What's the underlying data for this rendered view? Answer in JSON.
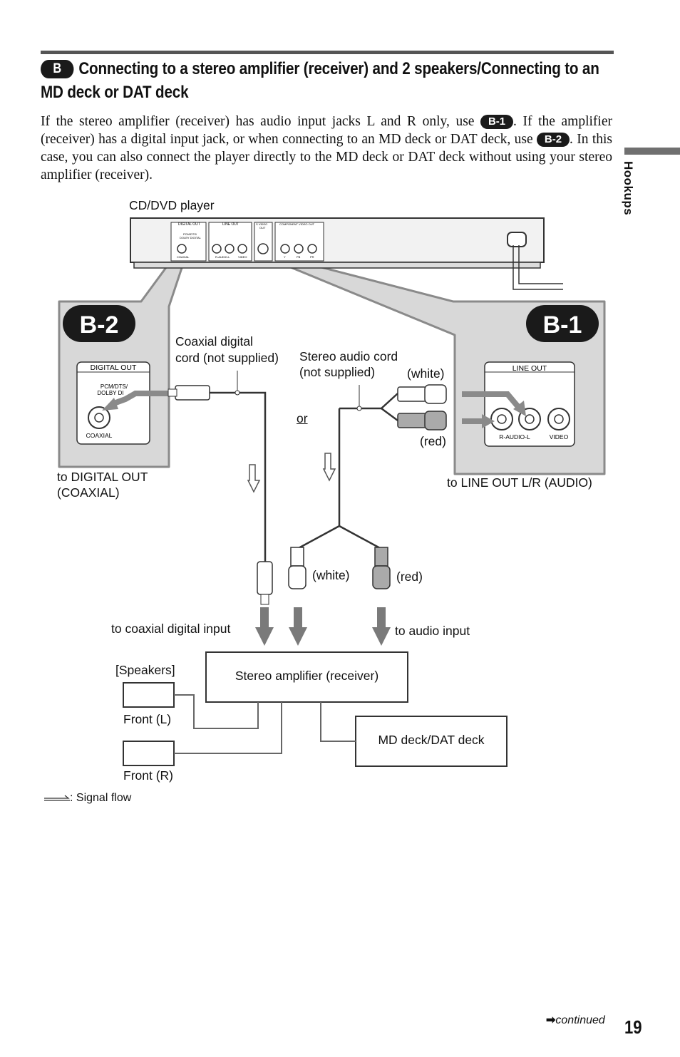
{
  "section": {
    "badge": "B",
    "title": "Connecting to a stereo amplifier (receiver) and 2 speakers/Connecting to an MD deck or DAT deck"
  },
  "intro": {
    "part1": "If the stereo amplifier (receiver) has audio input jacks L and R only, use ",
    "badge1": "B-1",
    "part2": ". If the amplifier (receiver) has a digital input jack, or when connecting to an MD deck or DAT deck, use ",
    "badge2": "B-2",
    "part3": ". In this case, you can also connect the player directly to the MD deck or DAT deck without using your stereo amplifier (receiver)."
  },
  "side_tab": "Hookups",
  "diagram": {
    "player_label": "CD/DVD player",
    "panel_labels": {
      "digital_out": "DIGITAL OUT",
      "pcm": "PCM/DTS/",
      "dolby": "DOLBY DIGITAL",
      "coaxial": "COAXIAL",
      "line_out": "LINE OUT",
      "r_audio_l": "R-AUDIO-L",
      "video": "VIDEO",
      "s_video": "S VIDEO",
      "out": "OUT",
      "component": "COMPONENT VIDEO OUT",
      "y": "Y",
      "pb": "PB",
      "pr": "PR"
    },
    "b2_badge": "B-2",
    "b1_badge": "B-1",
    "inset_b2": {
      "title": "DIGITAL OUT",
      "pcm": "PCM/DTS/",
      "dolby": "DOLBY DI",
      "coaxial": "COAXIAL"
    },
    "inset_b1": {
      "title": "LINE OUT",
      "r_audio_l": "R-AUDIO-L",
      "video": "VIDEO"
    },
    "coax_cord_line1": "Coaxial digital",
    "coax_cord_line2": "cord (not supplied)",
    "stereo_cord_line1": "Stereo audio cord",
    "stereo_cord_line2": "(not supplied)",
    "white_top": "(white)",
    "red_top": "(red)",
    "or": "or",
    "to_digital_out_line1": "to DIGITAL OUT",
    "to_digital_out_line2": "(COAXIAL)",
    "to_line_out": "to LINE OUT L/R (AUDIO)",
    "white_bottom": "(white)",
    "red_bottom": "(red)",
    "to_coaxial_input": "to coaxial digital input",
    "to_audio_input": "to audio input",
    "speakers": "[Speakers]",
    "amplifier": "Stereo amplifier (receiver)",
    "front_l": "Front (L)",
    "front_r": "Front (R)",
    "md_deck": "MD deck/DAT deck",
    "signal_flow": ": Signal flow"
  },
  "footer": {
    "continued": "continued",
    "page_number": "19"
  }
}
